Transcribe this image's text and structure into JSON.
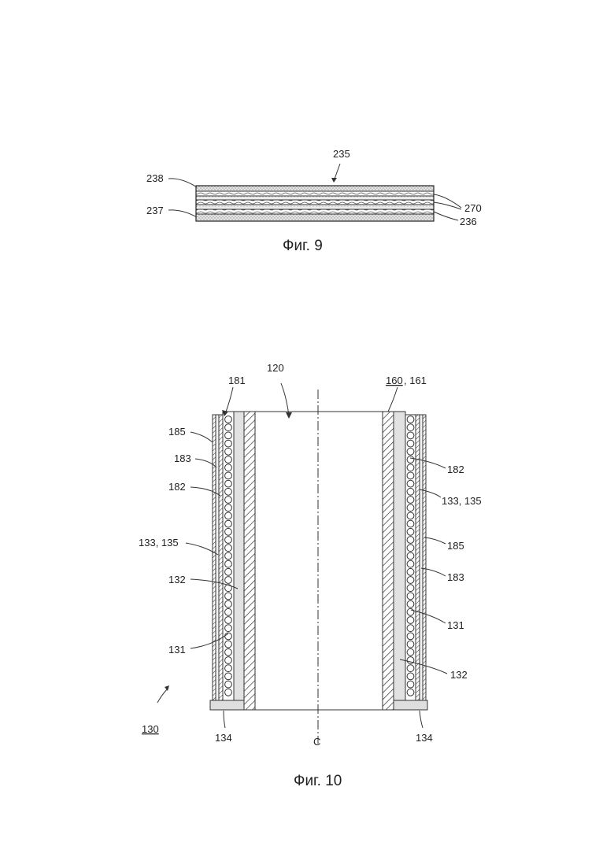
{
  "fig9": {
    "caption": "Фиг. 9",
    "labels": {
      "l235": "235",
      "l238": "238",
      "l237": "237",
      "l270": "270",
      "l236": "236"
    }
  },
  "fig10": {
    "caption": "Фиг. 10",
    "labels": {
      "l120": "120",
      "l181": "181",
      "l160": "160",
      "l161": ", 161",
      "l185_left": "185",
      "l183_left": "183",
      "l182_left": "182",
      "l133_135_left": "133, 135",
      "l132_left": "132",
      "l131_left": "131",
      "l134_left": "134",
      "l130": "130",
      "lC": "C",
      "l134_right": "134",
      "l182_right": "182",
      "l133_135_right": "133, 135",
      "l185_right": "185",
      "l183_right": "183",
      "l131_right": "131",
      "l132_right": "132"
    }
  }
}
